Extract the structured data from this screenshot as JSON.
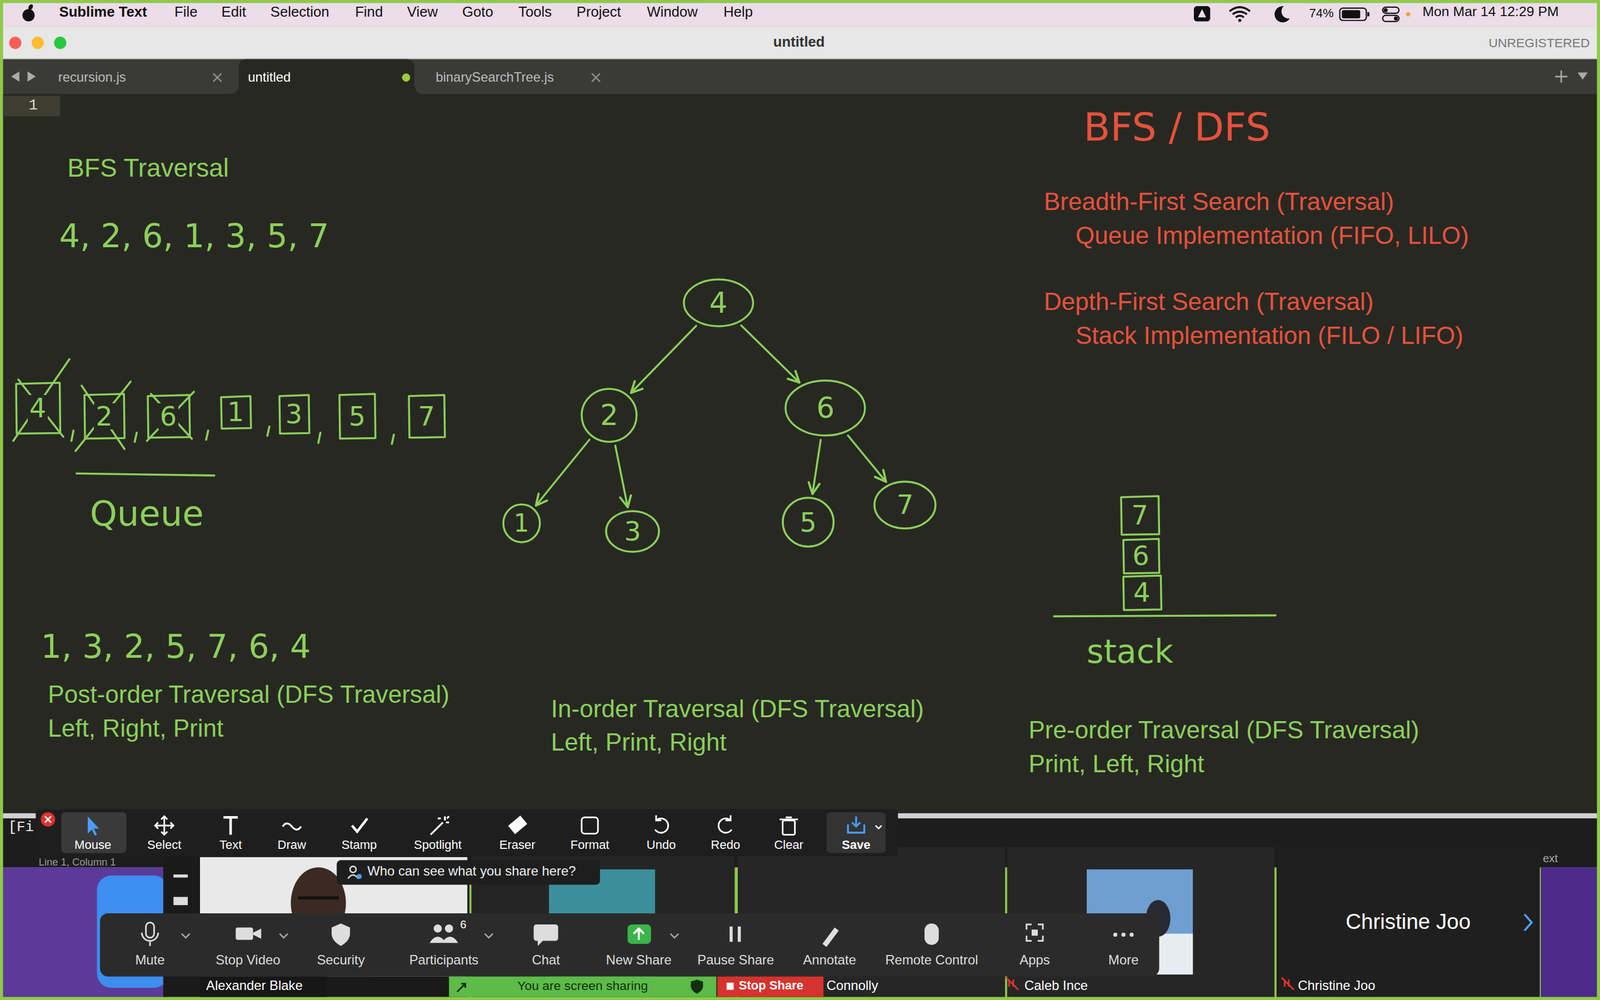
{
  "diagram": {
    "nodes": [
      {
        "text": [
          "4"
        ]
      },
      {
        "text": [
          "2"
        ]
      },
      {
        "text": [
          "6"
        ]
      },
      {
        "text": [
          "1"
        ]
      },
      {
        "text": [
          "3"
        ]
      },
      {
        "text": [
          "5"
        ]
      },
      {
        "text": [
          "7"
        ]
      },
      {
        "text": [
          "4"
        ]
      },
      {
        "text": [
          "2"
        ]
      },
      {
        "text": [
          "6"
        ]
      },
      {
        "text": [
          "1"
        ]
      },
      {
        "text": [
          "3"
        ]
      },
      {
        "text": [
          "5"
        ]
      },
      {
        "text": [
          "7"
        ]
      },
      {
        "text": [
          "7"
        ]
      },
      {
        "text": [
          "6"
        ]
      },
      {
        "text": [
          "4"
        ]
      }
    ],
    "edges": [
      {
        "from": 7,
        "to": 8,
        "arrow": "to"
      },
      {
        "from": 7,
        "to": 9,
        "arrow": "to"
      },
      {
        "from": 8,
        "to": 10,
        "arrow": "to"
      },
      {
        "from": 8,
        "to": 11,
        "arrow": "to"
      },
      {
        "from": 9,
        "to": 12,
        "arrow": "to"
      },
      {
        "from": 9,
        "to": 13,
        "arrow": "to"
      }
    ],
    "labels": [
      "Sublime Text",
      "File",
      "Edit",
      "Selection",
      "Find",
      "View",
      "Goto",
      "Tools",
      "Project",
      "Window",
      "Help",
      "74%",
      "Mon Mar 14 12:29 PM",
      "untitled",
      "UNREGISTERED",
      "recursion.js",
      "untitled",
      "binarySearchTree.js",
      "1",
      "BFS / DFS",
      "Breadth-First Search (Traversal)",
      "Queue Implementation (FIFO, LILO)",
      "Depth-First Search (Traversal)",
      "Stack Implementation (FILO / LIFO)",
      "BFS Traversal",
      "4, 2, 6, 1, 3, 5, 7",
      "Queue",
      "stack",
      "1, 3, 2, 5, 7, 6, 4",
      "Post-order Traversal (DFS Traversal)",
      "Left, Right, Print",
      "In-order Traversal (DFS Traversal)",
      "Left, Print, Right",
      "Pre-order Traversal (DFS Traversal)",
      "Print, Left, Right",
      "[Fi",
      "Line 1, Column 1",
      "ext",
      "Mouse",
      "Select",
      "Text",
      "Draw",
      "Stamp",
      "Spotlight",
      "Eraser",
      "Format",
      "Undo",
      "Redo",
      "Clear",
      "Save",
      "Who can see what you share here?",
      "Mute",
      "Stop Video",
      "Security",
      "6",
      "Participants",
      "Chat",
      "New Share",
      "Pause Share",
      "Annotate",
      "Remote Control",
      "Apps",
      "More",
      "Christine Joo",
      "Alexander Blake",
      "You are screen sharing",
      "Stop Share",
      "Connolly",
      "Caleb Ince",
      "Christine Joo"
    ]
  }
}
